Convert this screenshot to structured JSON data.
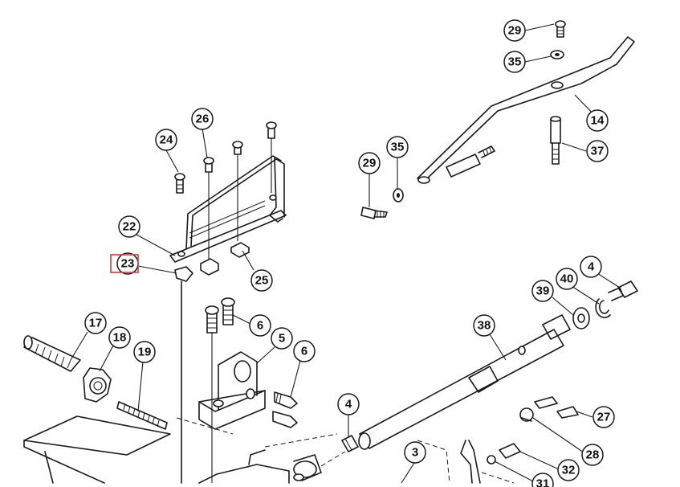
{
  "callouts": {
    "c29a": "29",
    "c35a": "35",
    "c14": "14",
    "c37": "37",
    "c29b": "29",
    "c35b": "35",
    "c26": "26",
    "c24": "24",
    "c22": "22",
    "c23": "23",
    "c25": "25",
    "c17": "17",
    "c18": "18",
    "c19": "19",
    "c6a": "6",
    "c5": "5",
    "c6b": "6",
    "c4a": "4",
    "c40": "40",
    "c39": "39",
    "c38": "38",
    "c4b": "4",
    "c3": "3",
    "c27": "27",
    "c28": "28",
    "c32": "32",
    "c31": "31"
  },
  "highlight": {
    "part_number": "23",
    "color": "#d23c3c"
  }
}
